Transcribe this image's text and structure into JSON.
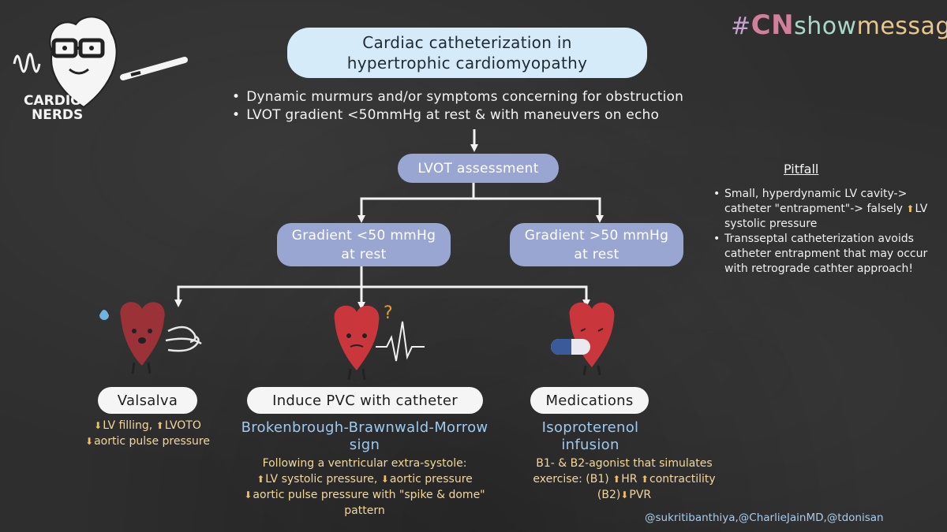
{
  "brand": {
    "logo_line1": "CARDIO",
    "logo_line2": "NERDS",
    "hashtag_prefix": "#",
    "hashtag_cn": "CN",
    "hashtag_show": "show",
    "hashtag_message": "message",
    "handles": "@sukritibanthiya,@CharlieJainMD,@tdonisan",
    "colors": {
      "hashtag_cn": "#d27f9b",
      "hashtag_show": "#a9d8c8",
      "hashtag_message": "#e8c78d",
      "handles": "#a8cde9"
    }
  },
  "title": {
    "line1": "Cardiac catheterization in",
    "line2": "hypertrophic cardiomyopathy"
  },
  "intro_bullets": [
    "Dynamic murmurs and/or symptoms concerning for obstruction",
    "LVOT gradient <50mmHg at rest & with maneuvers on echo"
  ],
  "assessment": {
    "label": "LVOT assessment"
  },
  "branches": {
    "low": {
      "line1": "Gradient <50 mmHg",
      "line2": "at rest"
    },
    "high": {
      "line1": "Gradient >50 mmHg",
      "line2": "at rest"
    }
  },
  "options": [
    {
      "label": "Valsalva",
      "subtitle": [],
      "details": [
        [
          {
            "arrow": "down",
            "text": "LV filling, "
          },
          {
            "arrow": "up",
            "text": "LVOTO"
          }
        ],
        [
          {
            "arrow": "down",
            "text": "aortic pulse pressure"
          }
        ]
      ]
    },
    {
      "label": "Induce PVC with catheter",
      "subtitle": [
        "Brokenbrough-Brawnwald-Morrow",
        "sign"
      ],
      "details": [
        [
          {
            "arrow": "",
            "text": "Following a ventricular extra-systole:"
          }
        ],
        [
          {
            "arrow": "up",
            "text": "LV systolic pressure, "
          },
          {
            "arrow": "down",
            "text": "aortic pressure"
          }
        ],
        [
          {
            "arrow": "down",
            "text": "aortic pulse pressure with \"spike & dome\""
          }
        ],
        [
          {
            "arrow": "",
            "text": "pattern"
          }
        ]
      ]
    },
    {
      "label": "Medications",
      "subtitle": [
        "Isoproterenol",
        "infusion"
      ],
      "details": [
        [
          {
            "arrow": "",
            "text": "B1- & B2-agonist that simulates"
          }
        ],
        [
          {
            "arrow": "",
            "text": "exercise: (B1) "
          },
          {
            "arrow": "up",
            "text": "HR "
          },
          {
            "arrow": "up",
            "text": "contractility"
          }
        ],
        [
          {
            "arrow": "",
            "text": "(B2)"
          },
          {
            "arrow": "down",
            "text": "PVR"
          }
        ]
      ]
    }
  ],
  "pitfall": {
    "title": "Pitfall",
    "bullets": [
      [
        {
          "arrow": "",
          "text": "Small, hyperdynamic LV cavity-> catheter \"entrapment\"-> falsely "
        },
        {
          "arrow": "up",
          "text": "LV systolic pressure"
        }
      ],
      [
        {
          "arrow": "",
          "text": "Transseptal catheterization avoids catheter entrapment that may occur with retrograde cathter approach!"
        }
      ]
    ]
  },
  "illustrations": {
    "valsalva": "heart-with-wind-and-droplet",
    "pvc": "heart-with-ecg-and-question-mark",
    "medications": "heart-with-pill"
  },
  "colors": {
    "background": "#2e2e2e",
    "title_box": "#d6ebfa",
    "node": "#9aa6d2",
    "subtitle": "#9cc9ee",
    "details": "#f3d79b",
    "arrow_icon": "#f0c060",
    "heart": "#b0343a"
  }
}
